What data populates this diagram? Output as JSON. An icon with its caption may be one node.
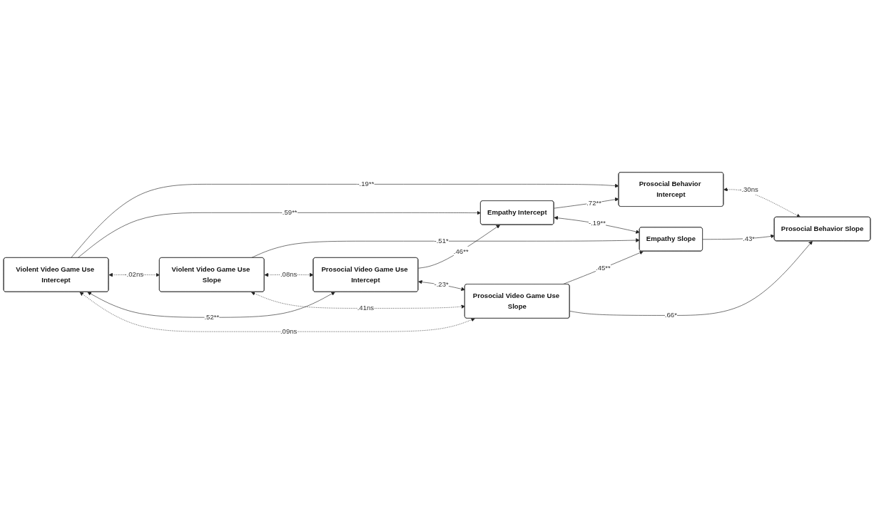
{
  "diagram": {
    "nodes": [
      {
        "text": [
          "Violent Video Game Use Intercept"
        ]
      },
      {
        "text": [
          "Violent Video Game Use Slope"
        ]
      },
      {
        "text": [
          "Prosocial Video Game Use Intercept"
        ]
      },
      {
        "text": [
          "Prosocial Video Game Use Slope"
        ]
      },
      {
        "text": [
          "Empathy Intercept"
        ]
      },
      {
        "text": [
          "Empathy Slope"
        ]
      },
      {
        "text": [
          "Prosocial Behavior Intercept"
        ]
      },
      {
        "text": [
          "Prosocial Behavior Slope"
        ]
      }
    ],
    "edges": [
      {
        "from": 0,
        "to": 6,
        "arrow": "to",
        "label": "-.19**"
      },
      {
        "from": 0,
        "to": 4,
        "arrow": "to",
        "label": "-.59**"
      },
      {
        "from": 1,
        "to": 5,
        "arrow": "to",
        "label": "-.51*"
      },
      {
        "from": 2,
        "to": 4,
        "arrow": "to",
        "label": ".46**"
      },
      {
        "from": 3,
        "to": 5,
        "arrow": "to",
        "label": ".45**"
      },
      {
        "from": 3,
        "to": 7,
        "arrow": "to",
        "label": ".66*"
      },
      {
        "from": 4,
        "to": 6,
        "arrow": "to",
        "label": ".72**"
      },
      {
        "from": 5,
        "to": 7,
        "arrow": "to",
        "label": ".43*"
      },
      {
        "from": 0,
        "to": 1,
        "arrow": "both",
        "label": "-.02ns",
        "style": "dashed"
      },
      {
        "from": 0,
        "to": 2,
        "arrow": "both",
        "label": ".52**"
      },
      {
        "from": 0,
        "to": 3,
        "arrow": "both",
        "label": ".09ns",
        "style": "dashed"
      },
      {
        "from": 1,
        "to": 2,
        "arrow": "both",
        "label": ".08ns",
        "style": "dashed"
      },
      {
        "from": 1,
        "to": 3,
        "arrow": "both",
        "label": ".41ns",
        "style": "dashed"
      },
      {
        "from": 2,
        "to": 3,
        "arrow": "both",
        "label": "-.23*"
      },
      {
        "from": 4,
        "to": 5,
        "arrow": "both",
        "label": "-.19**"
      },
      {
        "from": 6,
        "to": 7,
        "arrow": "both",
        "label": "-.30ns",
        "style": "dashed"
      }
    ]
  }
}
